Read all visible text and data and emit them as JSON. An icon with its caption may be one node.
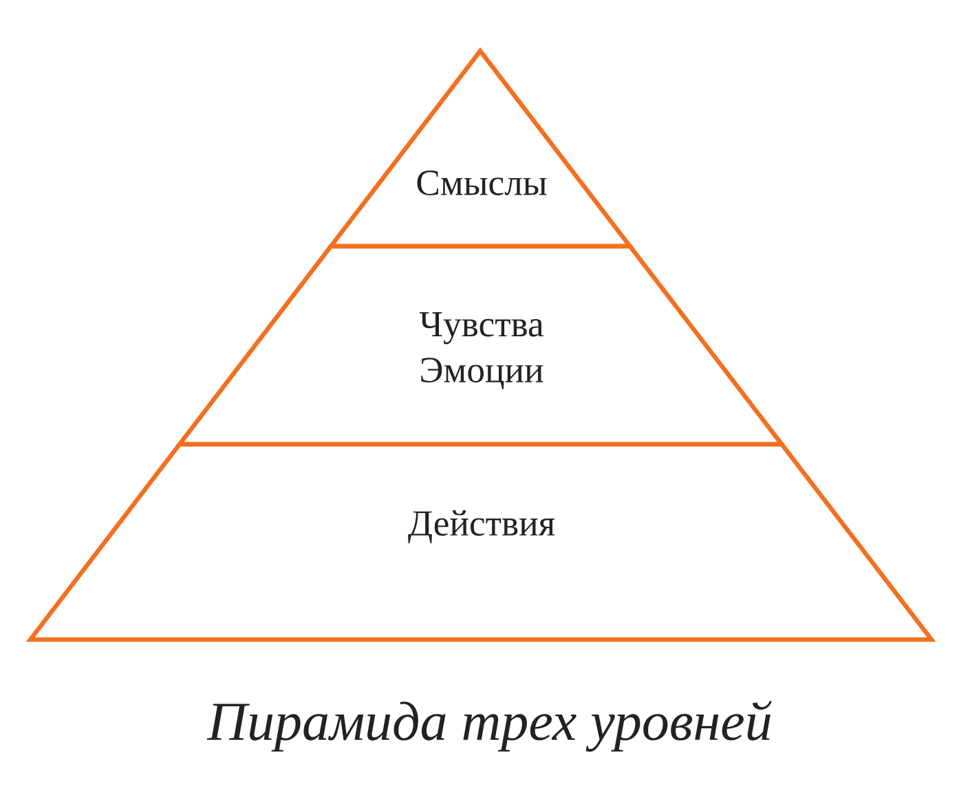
{
  "diagram": {
    "caption": "Пирамида трех уровней",
    "nodes": [
      {
        "text": [
          "Смыслы"
        ]
      },
      {
        "text": [
          "Чувства Эмоции"
        ]
      },
      {
        "text": [
          "Действия"
        ]
      }
    ]
  }
}
